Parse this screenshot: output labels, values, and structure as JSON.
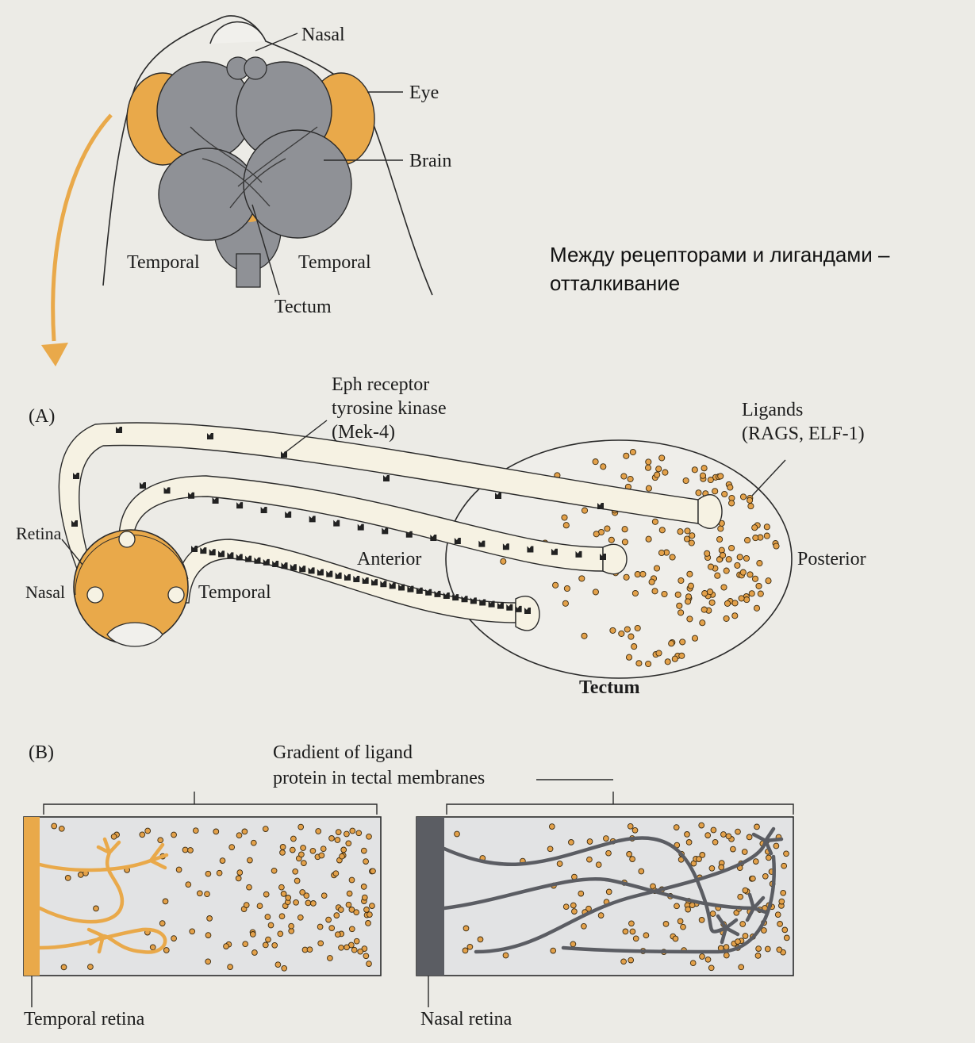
{
  "colors": {
    "paper": "#ecebe6",
    "retina_orange": "#e9a94a",
    "brain_gray": "#8f9196",
    "ligand_dot": "#e3a14a",
    "receptor_mark": "#222222",
    "nasal_axon_gray": "#5b5d63",
    "gradient_panel": "#e2e3e4"
  },
  "head_view": {
    "labels": {
      "nasal": "Nasal",
      "eye": "Eye",
      "brain": "Brain",
      "temporal_left": "Temporal",
      "temporal_right": "Temporal",
      "tectum": "Tectum"
    }
  },
  "annotation": {
    "line1": "Между рецепторами и лигандами –",
    "line2": "отталкивание"
  },
  "panel_a": {
    "tag": "(A)",
    "receptor_label": [
      "Eph receptor",
      "tyrosine kinase",
      "(Mek-4)"
    ],
    "ligand_label": [
      "Ligands",
      "(RAGS, ELF-1)"
    ],
    "retina": "Retina",
    "nasal": "Nasal",
    "temporal": "Temporal",
    "anterior": "Anterior",
    "posterior": "Posterior",
    "tectum": "Tectum"
  },
  "panel_b": {
    "tag": "(B)",
    "gradient_label": [
      "Gradient of ligand",
      "protein in tectal membranes"
    ],
    "temporal_retina": "Temporal retina",
    "nasal_retina": "Nasal retina"
  }
}
